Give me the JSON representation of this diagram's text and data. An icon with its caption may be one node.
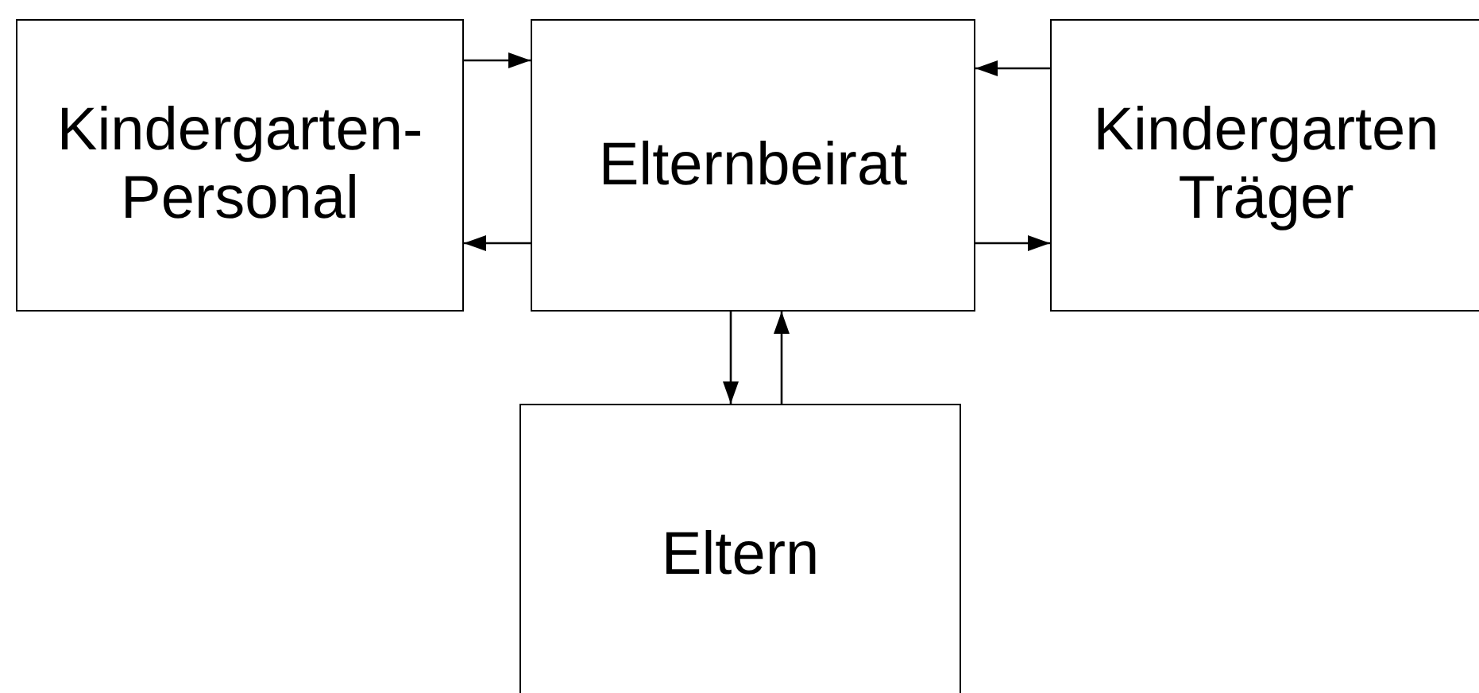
{
  "diagram": {
    "nodes": [
      {
        "text": [
          "Kindergarten-Personal"
        ]
      },
      {
        "text": [
          "Elternbeirat"
        ]
      },
      {
        "text": [
          "Kindergarten Träger"
        ]
      },
      {
        "text": [
          "Eltern"
        ]
      }
    ],
    "edges": [
      {
        "from": 0,
        "to": 1,
        "arrow": "to"
      },
      {
        "from": 2,
        "to": 1,
        "arrow": "to"
      },
      {
        "from": 1,
        "to": 0,
        "arrow": "to"
      },
      {
        "from": 1,
        "to": 2,
        "arrow": "to"
      },
      {
        "from": 1,
        "to": 3,
        "arrow": "to"
      },
      {
        "from": 3,
        "to": 1,
        "arrow": "to"
      }
    ]
  }
}
